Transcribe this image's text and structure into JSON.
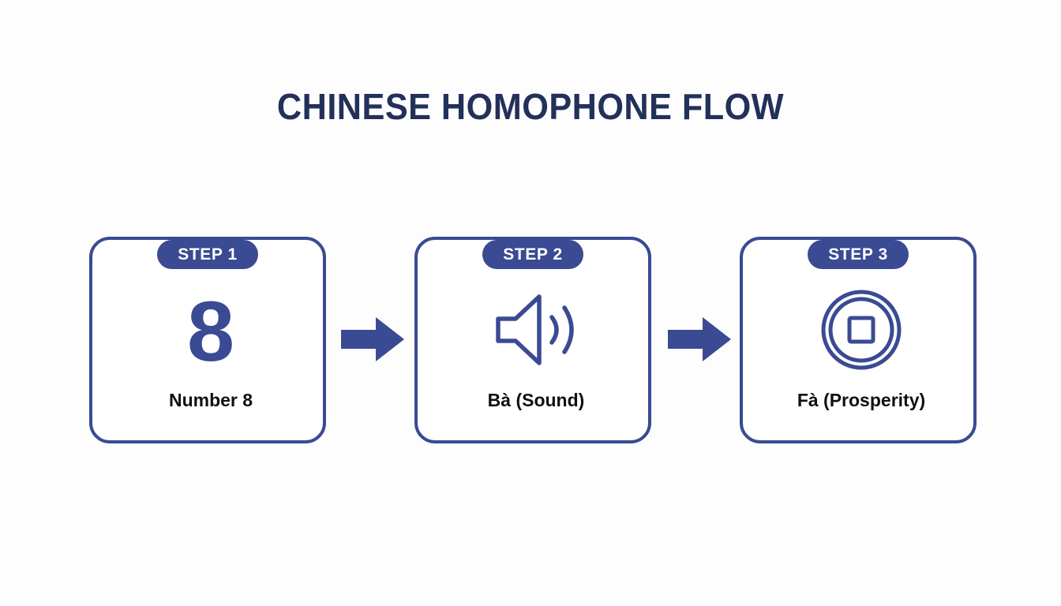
{
  "title": "CHINESE HOMOPHONE FLOW",
  "colors": {
    "background": "#fdfdfd",
    "title": "#22305a",
    "accent": "#3a4a93",
    "badge_text": "#ffffff",
    "label_text": "#111111",
    "card_background": "#ffffff"
  },
  "flow": {
    "steps": [
      {
        "badge": "STEP 1",
        "icon": "number-8-glyph",
        "icon_text": "8",
        "label": "Number 8"
      },
      {
        "badge": "STEP 2",
        "icon": "speaker-sound-icon",
        "icon_text": "",
        "label": "Bà (Sound)"
      },
      {
        "badge": "STEP 3",
        "icon": "chinese-coin-icon",
        "icon_text": "",
        "label": "Fà (Prosperity)"
      }
    ],
    "connectors": [
      {
        "icon": "arrow-right-icon"
      },
      {
        "icon": "arrow-right-icon"
      }
    ]
  }
}
